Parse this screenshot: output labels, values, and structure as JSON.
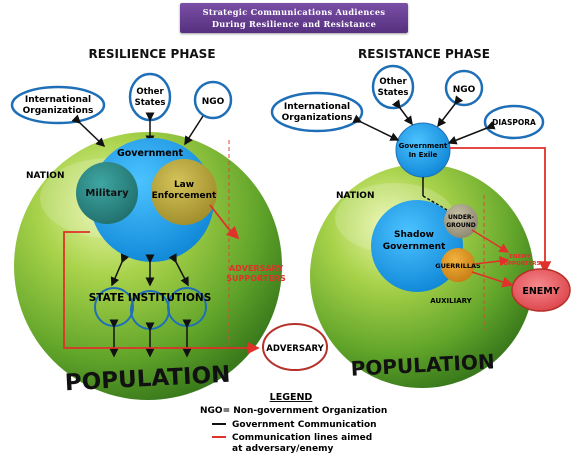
{
  "banner": {
    "line1": "Strategic Communications Audiences",
    "line2": "During Resilience and Resistance"
  },
  "resilience": {
    "phase_title": "RESILIENCE PHASE",
    "international_line1": "International",
    "international_line2": "Organizations",
    "other_states_line1": "Other",
    "other_states_line2": "States",
    "ngo": "NGO",
    "nation": "NATION",
    "government": "Government",
    "military": "Military",
    "law_line1": "Law",
    "law_line2": "Enforcement",
    "adversary_supporters_line1": "ADVERSARY",
    "adversary_supporters_line2": "SUPPORTERS",
    "state_institutions": "STATE INSTITUTIONS",
    "adversary": "ADVERSARY",
    "population": "POPULATION"
  },
  "resistance": {
    "phase_title": "RESISTANCE PHASE",
    "international_line1": "International",
    "international_line2": "Organizations",
    "other_states_line1": "Other",
    "other_states_line2": "States",
    "ngo": "NGO",
    "diaspora": "DIASPORA",
    "gov_exile_line1": "Government",
    "gov_exile_line2": "In Exile",
    "nation": "NATION",
    "underground_line1": "UNDER-",
    "underground_line2": "GROUND",
    "shadow_line1": "Shadow",
    "shadow_line2": "Government",
    "guerrillas": "GUERRILLAS",
    "enemy_supporters_line1": "ENEMY",
    "enemy_supporters_line2": "SUPPORTERS",
    "auxiliary": "AUXILIARY",
    "enemy": "ENEMY",
    "population": "POPULATION"
  },
  "legend": {
    "title": "LEGEND",
    "ngo_definition": "NGO= Non-government Organization",
    "black_line": "Government Communication",
    "red_line_1": "Communication lines aimed",
    "red_line_2": "at adversary/enemy"
  },
  "colors": {
    "green_sphere": "#7cb82f",
    "blue_circle": "#1c9ee8",
    "teal_military": "#2f8c8a",
    "olive_law": "#b9a83d",
    "red_line": "#e0312a",
    "purple_banner": "#6a3f94",
    "enemy_red": "#e8545a"
  }
}
